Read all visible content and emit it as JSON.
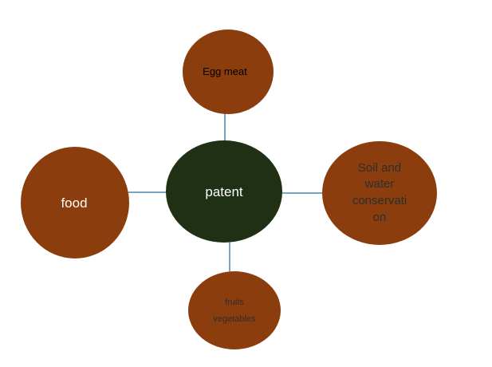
{
  "diagram": {
    "center": {
      "label": "patent",
      "fill": "#1f3014"
    },
    "top": {
      "label": "Egg meat",
      "fill": "#8b3d0d"
    },
    "left": {
      "label": "food",
      "fill": "#8b3d0d"
    },
    "right": {
      "lines": [
        "Soil and",
        "water",
        "conservati",
        "on"
      ],
      "fill": "#8b3d0d"
    },
    "bottom": {
      "lines": [
        "fruits",
        "vegetables"
      ],
      "fill": "#8b3d0d"
    },
    "connector_color": "#4f87a8"
  }
}
